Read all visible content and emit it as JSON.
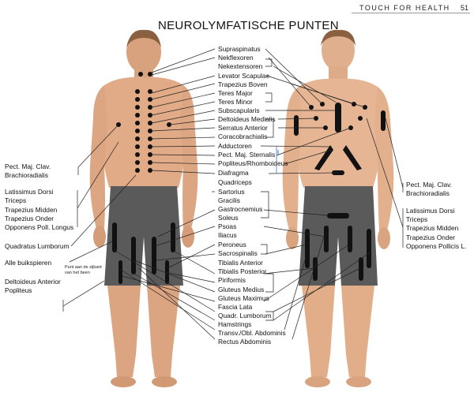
{
  "header": {
    "text": "TOUCH FOR HEALTH",
    "page_number": "51"
  },
  "title": "NEUROLYMFATISCHE PUNTEN",
  "center_labels": [
    "Supraspinatus",
    "Nekflexoren",
    "Nekextensoren",
    "Levator Scapulae",
    "Trapezius Boven",
    "Teres Major",
    "Teres Minor",
    "Subscapularis",
    "Deltoideus Medialis",
    "Serratus Anterior",
    "Coracobrachialis",
    "Adductoren",
    "Pect. Maj. Sternalis",
    "Popliteus/Rhomboideus",
    "Diafragma",
    "Quadriceps",
    "Sartorius",
    "Gracilis",
    "Gastrocnemius",
    "Soleus",
    "Psoas",
    "Iliacus",
    "Peroneus",
    "Sacrospinalis",
    "Tibialis Anterior",
    "Tibialis Posterior",
    "Piriformis",
    "Gluteus Medius",
    "Gluteus Maximus",
    "Fascia Lata",
    "Quadr. Lumborum",
    "Hamstrings",
    "Transv./Obl. Abdominis",
    "Rectus Abdominis"
  ],
  "left_labels": {
    "group1": [
      "Pect. Maj. Clav.",
      "Brachioradialis"
    ],
    "group2": [
      "Latissimus Dorsi",
      "Triceps",
      "Trapezius Midden",
      "Trapezius Onder",
      "Opponens Poll. Longus"
    ],
    "quadratus": "Quadratus Lumborum",
    "buik": "Alle buikspieren",
    "note": [
      "Punt aan de zijkant",
      "van het been"
    ],
    "group3": [
      "Deltoideus Anterior",
      "Popliteus"
    ]
  },
  "right_labels": {
    "group1": [
      "Pect. Maj. Clav.",
      "Brachioradialis"
    ],
    "group2": [
      "Latissimus Dorsi",
      "Triceps",
      "Trapezius Midden",
      "Trapezius Onder",
      "Opponens Pollicis L."
    ]
  },
  "colors": {
    "skin": "#e2b08c",
    "skin_shadow": "#c98f68",
    "hair": "#8a6040",
    "shorts": "#5a5a5a",
    "point": "#111111",
    "line": "#222222",
    "accent_line": "#3b7bbf"
  }
}
